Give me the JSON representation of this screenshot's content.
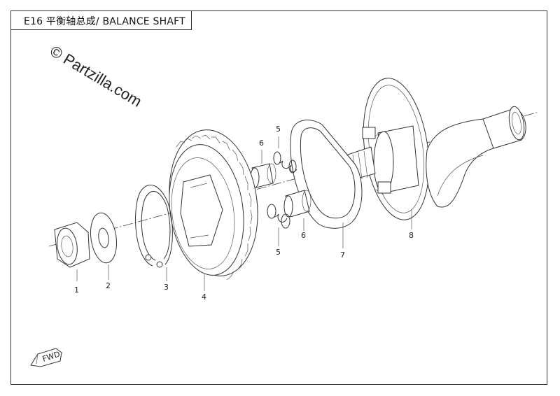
{
  "header": {
    "title": "E16  平衡轴总成/ BALANCE SHAFT"
  },
  "watermark": {
    "text": "© Partzilla.com"
  },
  "callouts": [
    {
      "number": "1",
      "part": "nut"
    },
    {
      "number": "2",
      "part": "washer"
    },
    {
      "number": "3",
      "part": "circlip"
    },
    {
      "number": "4",
      "part": "balance gear"
    },
    {
      "number": "5",
      "part": "spring"
    },
    {
      "number": "5",
      "part": "spring"
    },
    {
      "number": "6",
      "part": "damper pin"
    },
    {
      "number": "6",
      "part": "damper pin"
    },
    {
      "number": "7",
      "part": "plate"
    },
    {
      "number": "8",
      "part": "balance shaft"
    }
  ],
  "fwd_badge": {
    "text": "FWD"
  }
}
